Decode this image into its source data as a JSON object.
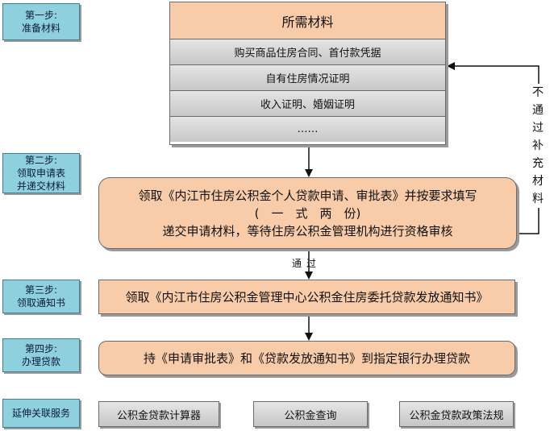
{
  "steps": [
    {
      "line1": "第一步:",
      "line2": "准备材料"
    },
    {
      "line1": "第二步:",
      "line2": "领取申请表",
      "line3": "并递交材料"
    },
    {
      "line1": "第三步:",
      "line2": "领取通知书"
    },
    {
      "line1": "第四步:",
      "line2": "办理贷款"
    }
  ],
  "extended_label": "延伸关联服务",
  "materials": {
    "title": "所需材料",
    "items": [
      "购买商品住房合同、首付款凭据",
      "自有住房情况证明",
      "收入证明、婚姻证明",
      "……"
    ]
  },
  "apply_box": {
    "line1": "领取《内江市住房公积金个人贷款申请、审批表》并按要求填写",
    "line2": "(　一　式　两　份)",
    "line3": "递交申请材料，等待住房公积金管理机构进行资格审核"
  },
  "pass_label": "通过",
  "fail_label": "不通过补充材料",
  "notice_box": "领取《内江市住房公积金管理中心公积金住房委托贷款发放通知书》",
  "loan_box": "持《申请审批表》和《贷款发放通知书》到指定银行办理贷款",
  "services": [
    "公积金贷款计算器",
    "公积金查询",
    "公积金贷款政策法规"
  ]
}
